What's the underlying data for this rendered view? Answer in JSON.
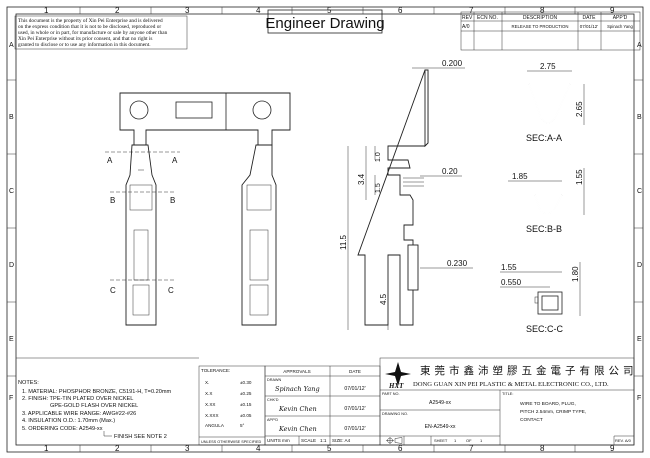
{
  "title": "Engineer Drawing",
  "disclaimer": [
    "This document is the property of Xin Pei Enterprise and is delivered",
    "on the express condition that it is not to be disclosed, reproduced or",
    "used, in whole or in part, for manufacture or sale by anyone other than",
    "Xin Pei Enterprise without its prior consent, and that no right is",
    "granted to disclose or to use any information in this document."
  ],
  "grid": {
    "columns": [
      "1",
      "2",
      "3",
      "4",
      "5",
      "6",
      "7",
      "8",
      "9"
    ],
    "rows": [
      "A",
      "B",
      "C",
      "D",
      "E",
      "F"
    ]
  },
  "revision_table": {
    "headers": [
      "REV",
      "ECN NO.",
      "DESCRIPTION",
      "DATE",
      "APP'D"
    ],
    "rows": [
      [
        "A/0",
        "",
        "RELEASE TO PRODUCTION",
        "07/01/12'",
        "Spinach Yang"
      ]
    ]
  },
  "dimensions": {
    "front_labels": [
      "A",
      "A",
      "B",
      "B",
      "C",
      "C"
    ],
    "side": [
      "0.200",
      "0.20",
      "0.230",
      "11.5",
      "3.4",
      "1.0",
      "1.5",
      "4.5"
    ],
    "sec_a": {
      "width": "2.75",
      "height": "2.65",
      "label": "SEC:A-A"
    },
    "sec_b": {
      "width": "1.85",
      "height": "1.55",
      "label": "SEC:B-B"
    },
    "sec_c": {
      "width1": "1.55",
      "width2": "0.550",
      "height": "1.80",
      "label": "SEC:C-C"
    }
  },
  "notes": {
    "heading": "NOTES:",
    "items": [
      "1. MATERIAL: PHOSPHOR BRONZE, C5191-H, T=0.20mm",
      "2. FINISH: TPE-TIN PLATED OVER NICKEL",
      "GPE-GOLD FLASH OVER NICKEL",
      "3. APPLICABLE WIRE RANGE: AWG#22-#26",
      "4. INSULATION O.D.: 1.70mm (Max.)",
      "5. ORDERING CODE: A2549-xx"
    ],
    "callout": "FINISH SEE NOTE 2"
  },
  "tolerance": {
    "heading": "TOLERANCE:",
    "rows": [
      [
        "X.",
        "±0.30"
      ],
      [
        "X.X",
        "±0.25"
      ],
      [
        "X.XX",
        "±0.15"
      ],
      [
        "X.XXX",
        "±0.05"
      ],
      [
        "ANGULA",
        "5°"
      ]
    ],
    "footer": "UNLESS OTHERWISE SPECIFIED"
  },
  "approvals": {
    "heading": "APPROVALS",
    "date_heading": "DATE",
    "rows": [
      {
        "role": "DRAWN",
        "name": "Spinach Yang",
        "date": "07/01/12'"
      },
      {
        "role": "CHK'D",
        "name": "Kevin Chen",
        "date": "07/01/12'"
      },
      {
        "role": "APP'D",
        "name": "Kevin Chen",
        "date": "07/01/12'"
      }
    ],
    "units": "UNITS mm",
    "scale_label": "SCALE",
    "scale": "1:1",
    "size": "SIZE: A4"
  },
  "company": {
    "logo": "HXT",
    "name_cn": "東莞市鑫沛塑膠五金電子有限公司",
    "name_en": "DONG GUAN XIN PEI PLASTIC & METAL ELECTRONIC CO., LTD."
  },
  "part_no": {
    "label": "PART NO.",
    "value": "A2549-xx"
  },
  "drawing_no": {
    "label": "DRAWING NO.",
    "value": "EN-A2549-xx"
  },
  "sheet": {
    "label": "SHEET",
    "current": "1",
    "of": "OF",
    "total": "1"
  },
  "title_block": {
    "label": "TITLE:",
    "lines": [
      "WIRE TO BOARD, PLUG,",
      "PITCH 2.54mm, CRIMP TYPE,",
      "CONTACT"
    ],
    "rev": "REV. A/0"
  }
}
